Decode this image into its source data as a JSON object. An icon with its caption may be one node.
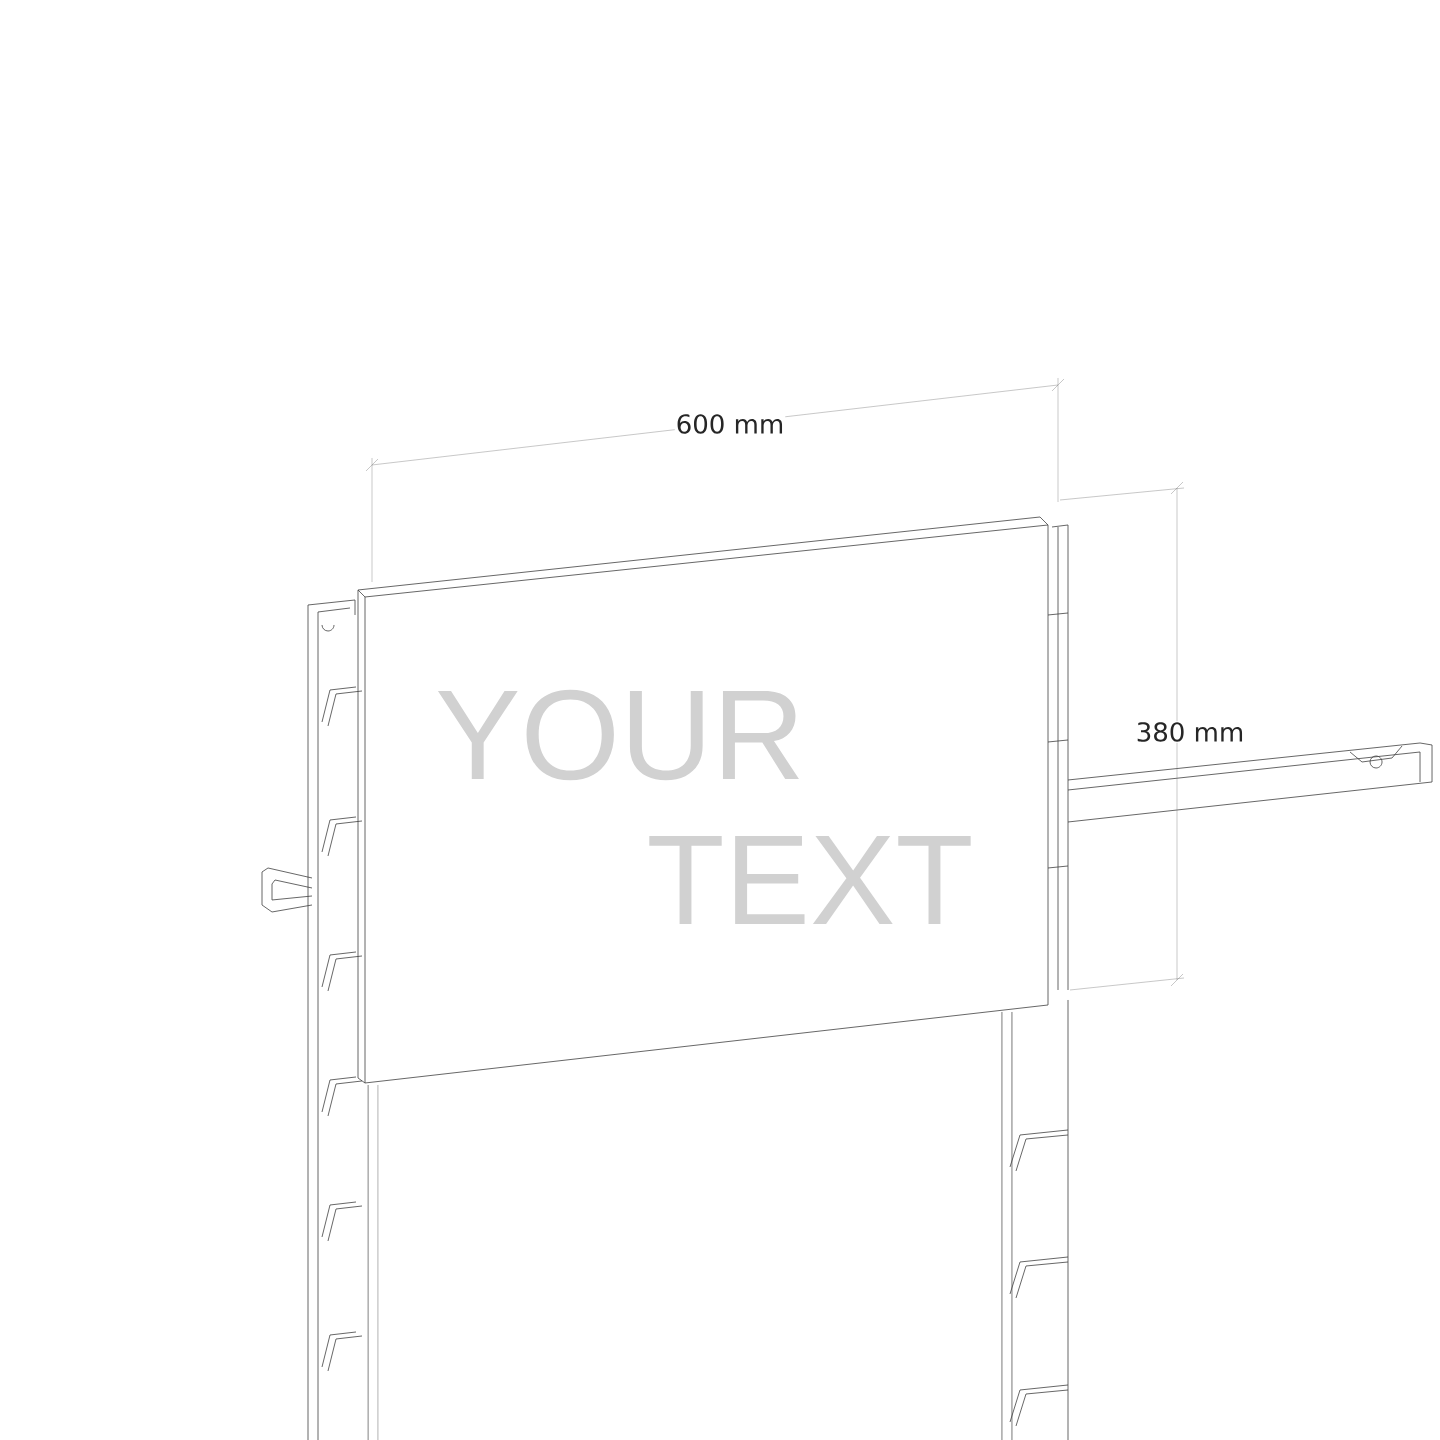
{
  "diagram": {
    "labels": [
      "600 mm",
      "YOUR",
      "380 mm",
      "TEXT"
    ]
  }
}
